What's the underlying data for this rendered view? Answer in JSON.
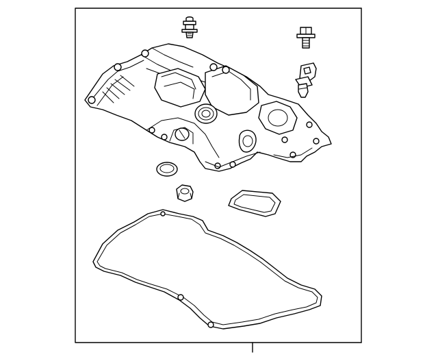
{
  "diagram": {
    "frame_color": "#000000",
    "background": "#ffffff",
    "parts": [
      "valve-cover-assembly",
      "stud-bolt",
      "flange-bolt",
      "camshaft-position-sensor",
      "oil-filler-cap-seal",
      "nut",
      "sensor-port-gasket",
      "valve-cover-gasket"
    ]
  }
}
